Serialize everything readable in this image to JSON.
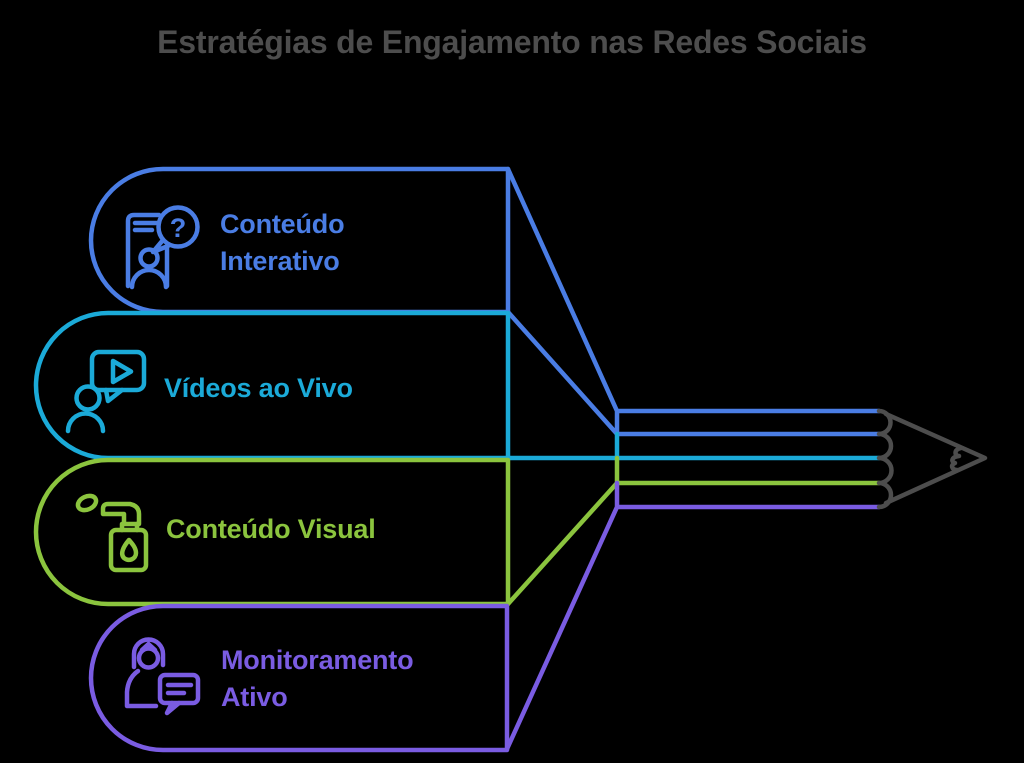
{
  "title": "Estratégias de Engajamento nas Redes Sociais",
  "colors": {
    "background": "#000000",
    "title": "#4d4d4d",
    "pencil_outline": "#4d4d4d"
  },
  "items": [
    {
      "label": "Conteúdo\nInterativo",
      "color": "#4a7de4",
      "icon": "interactive-content-icon"
    },
    {
      "label": "Vídeos ao Vivo",
      "color": "#1baad8",
      "icon": "live-video-icon"
    },
    {
      "label": "Conteúdo Visual",
      "color": "#8bc43e",
      "icon": "spray-bottle-icon"
    },
    {
      "label": "Monitoramento\nAtivo",
      "color": "#7a5ce2",
      "icon": "support-agent-icon"
    }
  ],
  "icon_glyphs": {
    "question_mark": "?"
  }
}
